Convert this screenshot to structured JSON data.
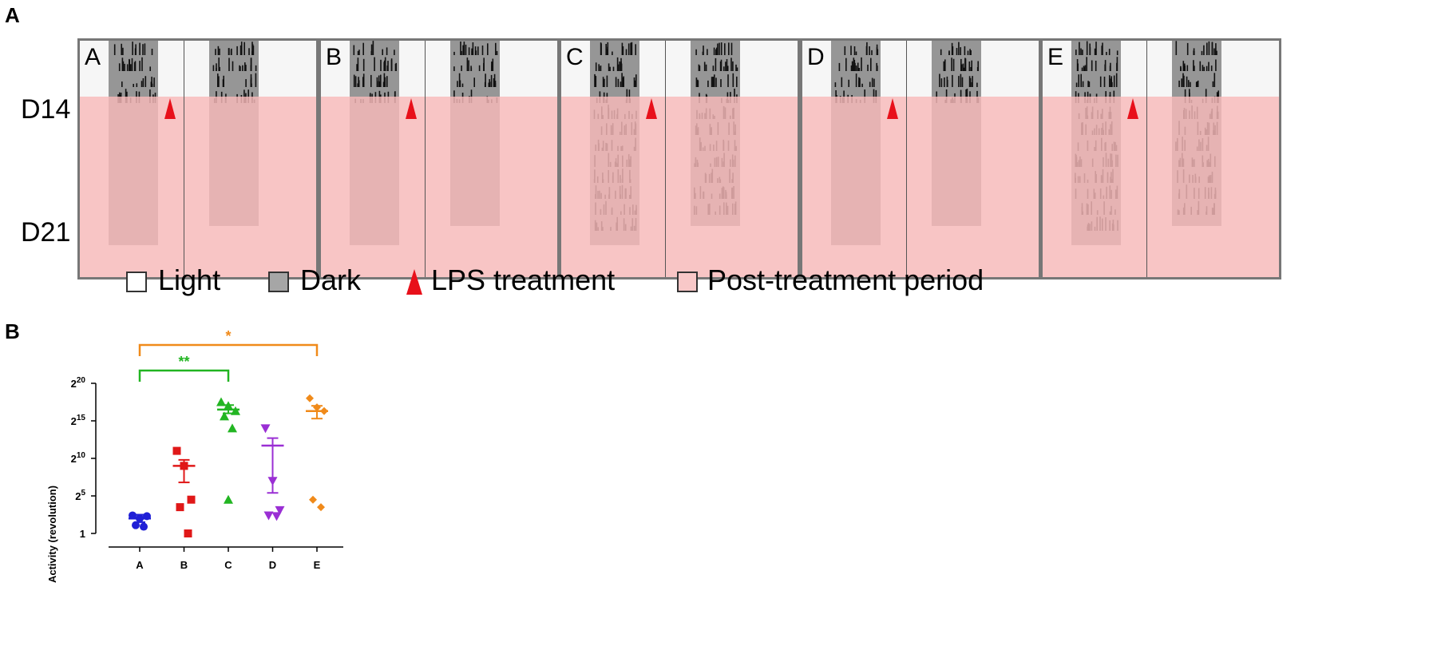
{
  "panel_a": {
    "letter": "A",
    "row_labels": {
      "start": "D14",
      "end": "D21"
    },
    "actograms": [
      {
        "label": "A",
        "post_active": false
      },
      {
        "label": "B",
        "post_active": false
      },
      {
        "label": "C",
        "post_active": true
      },
      {
        "label": "D",
        "post_active": false
      },
      {
        "label": "E",
        "post_active": true
      }
    ],
    "legend": [
      {
        "key": "light",
        "label": "Light",
        "color": "#ffffff"
      },
      {
        "key": "dark",
        "label": "Dark",
        "color": "#a6a6a6"
      },
      {
        "key": "lps",
        "label": "LPS treatment",
        "color": "#e8101a"
      },
      {
        "key": "post",
        "label": "Post-treatment period",
        "color": "#f8c8c8"
      }
    ]
  },
  "panel_b": {
    "letter": "B"
  },
  "chart_data": {
    "type": "scatter",
    "ylabel": "Activity (revolution)",
    "xlabel": "",
    "y_scale": "log2",
    "ylim_exponent": [
      0,
      20
    ],
    "y_tick_exponents": [
      0,
      5,
      10,
      15,
      20
    ],
    "y_tick_labels": [
      {
        "base": "1",
        "exp": ""
      },
      {
        "base": "2",
        "exp": "5"
      },
      {
        "base": "2",
        "exp": "10"
      },
      {
        "base": "2",
        "exp": "15"
      },
      {
        "base": "2",
        "exp": "20"
      }
    ],
    "categories": [
      "A",
      "B",
      "C",
      "D",
      "E"
    ],
    "series": [
      {
        "category": "A",
        "color": "#1f1fd6",
        "marker": "circle",
        "points_exponent": [
          2.4,
          2.0,
          2.3,
          1.1,
          0.9
        ],
        "mean_exponent": 2.0,
        "sem_exponent": [
          1.5,
          2.5
        ]
      },
      {
        "category": "B",
        "color": "#e01818",
        "marker": "square",
        "points_exponent": [
          11.0,
          9.0,
          4.5,
          3.5,
          0.0
        ],
        "mean_exponent": 9.0,
        "sem_exponent": [
          6.8,
          9.8
        ]
      },
      {
        "category": "C",
        "color": "#22b522",
        "marker": "triangle-up",
        "points_exponent": [
          17.5,
          17.0,
          16.3,
          15.6,
          14.0,
          4.5
        ],
        "mean_exponent": 16.5,
        "sem_exponent": [
          16.0,
          17.1
        ]
      },
      {
        "category": "D",
        "color": "#9a2fd4",
        "marker": "triangle-down",
        "points_exponent": [
          14.0,
          7.0,
          3.1,
          2.4,
          2.3
        ],
        "mean_exponent": 11.7,
        "sem_exponent": [
          5.4,
          12.7
        ]
      },
      {
        "category": "E",
        "color": "#f08a1a",
        "marker": "diamond",
        "points_exponent": [
          18.0,
          16.8,
          16.3,
          4.5,
          3.5
        ],
        "mean_exponent": 16.3,
        "sem_exponent": [
          15.3,
          17.0
        ]
      }
    ],
    "significance": [
      {
        "from": "A",
        "to": "C",
        "label": "**",
        "color": "#22b522"
      },
      {
        "from": "A",
        "to": "E",
        "label": "*",
        "color": "#f08a1a"
      }
    ]
  }
}
